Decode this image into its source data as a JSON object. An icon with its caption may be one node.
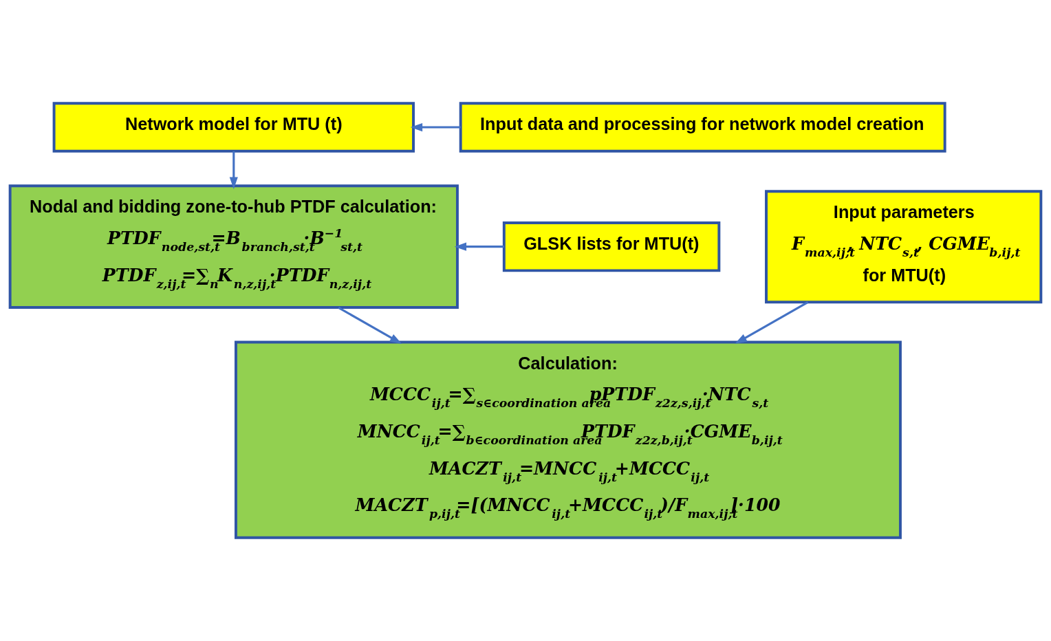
{
  "diagram": {
    "nodes": [
      {
        "text": [
          "Network model for MTU (t)"
        ]
      },
      {
        "text": [
          "Input data and processing for network model creation"
        ]
      },
      {
        "text": [
          "Nodal and bidding zone-to-hub PTDF calculation:",
          "PTDF$_{node,st,t}$=B$_{branch,st,t}$·B$^{−1}$$_{st,t}$",
          "PTDF$_{z,ij,t}$=∑$_{n}$K$_{n,z,ij,t}$·PTDF$_{n,z,ij,t}$"
        ]
      },
      {
        "text": [
          "GLSK lists for MTU(t)"
        ]
      },
      {
        "text": [
          "Input parameters",
          "F$_{max,ij,t}$, NTC$_{s,t}$, CGME$_{b,ij,t}$",
          "for MTU(t)"
        ]
      },
      {
        "text": [
          "Calculation:",
          "MCCC$_{ij,t}$=∑$_{s∈coordination area}$pPTDF$_{z2z,s,ij,t}$·NTC$_{s,t}$",
          "MNCC$_{ij,t}$=∑$_{b∈coordination area}$PTDF$_{z2z,b,ij,t}$·CGME$_{b,ij,t}$",
          "MACZT$_{ij,t}$=MNCC$_{ij,t}$+MCCC$_{ij,t}$",
          "MACZT$_{p,ij,t}$=[(MNCC$_{ij,t}$+MCCC$_{ij,t}$)/F$_{max,ij,t}$]·100"
        ]
      }
    ],
    "edges": [
      {
        "from": 1,
        "to": 0,
        "arrow": "to"
      },
      {
        "from": 0,
        "to": 2,
        "arrow": "to"
      },
      {
        "from": 3,
        "to": 2,
        "arrow": "to"
      },
      {
        "from": 2,
        "to": 5,
        "arrow": "to"
      },
      {
        "from": 4,
        "to": 5,
        "arrow": "to"
      }
    ]
  }
}
